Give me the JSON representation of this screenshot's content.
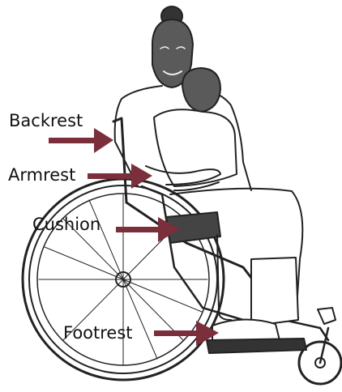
{
  "labels": {
    "backrest": "Backrest",
    "armrest": "Armrest",
    "cushion": "Cushion",
    "footrest": "Footrest"
  },
  "colors": {
    "arrow": "#7a2f3b",
    "ink": "#222222",
    "skin": "#555555"
  }
}
